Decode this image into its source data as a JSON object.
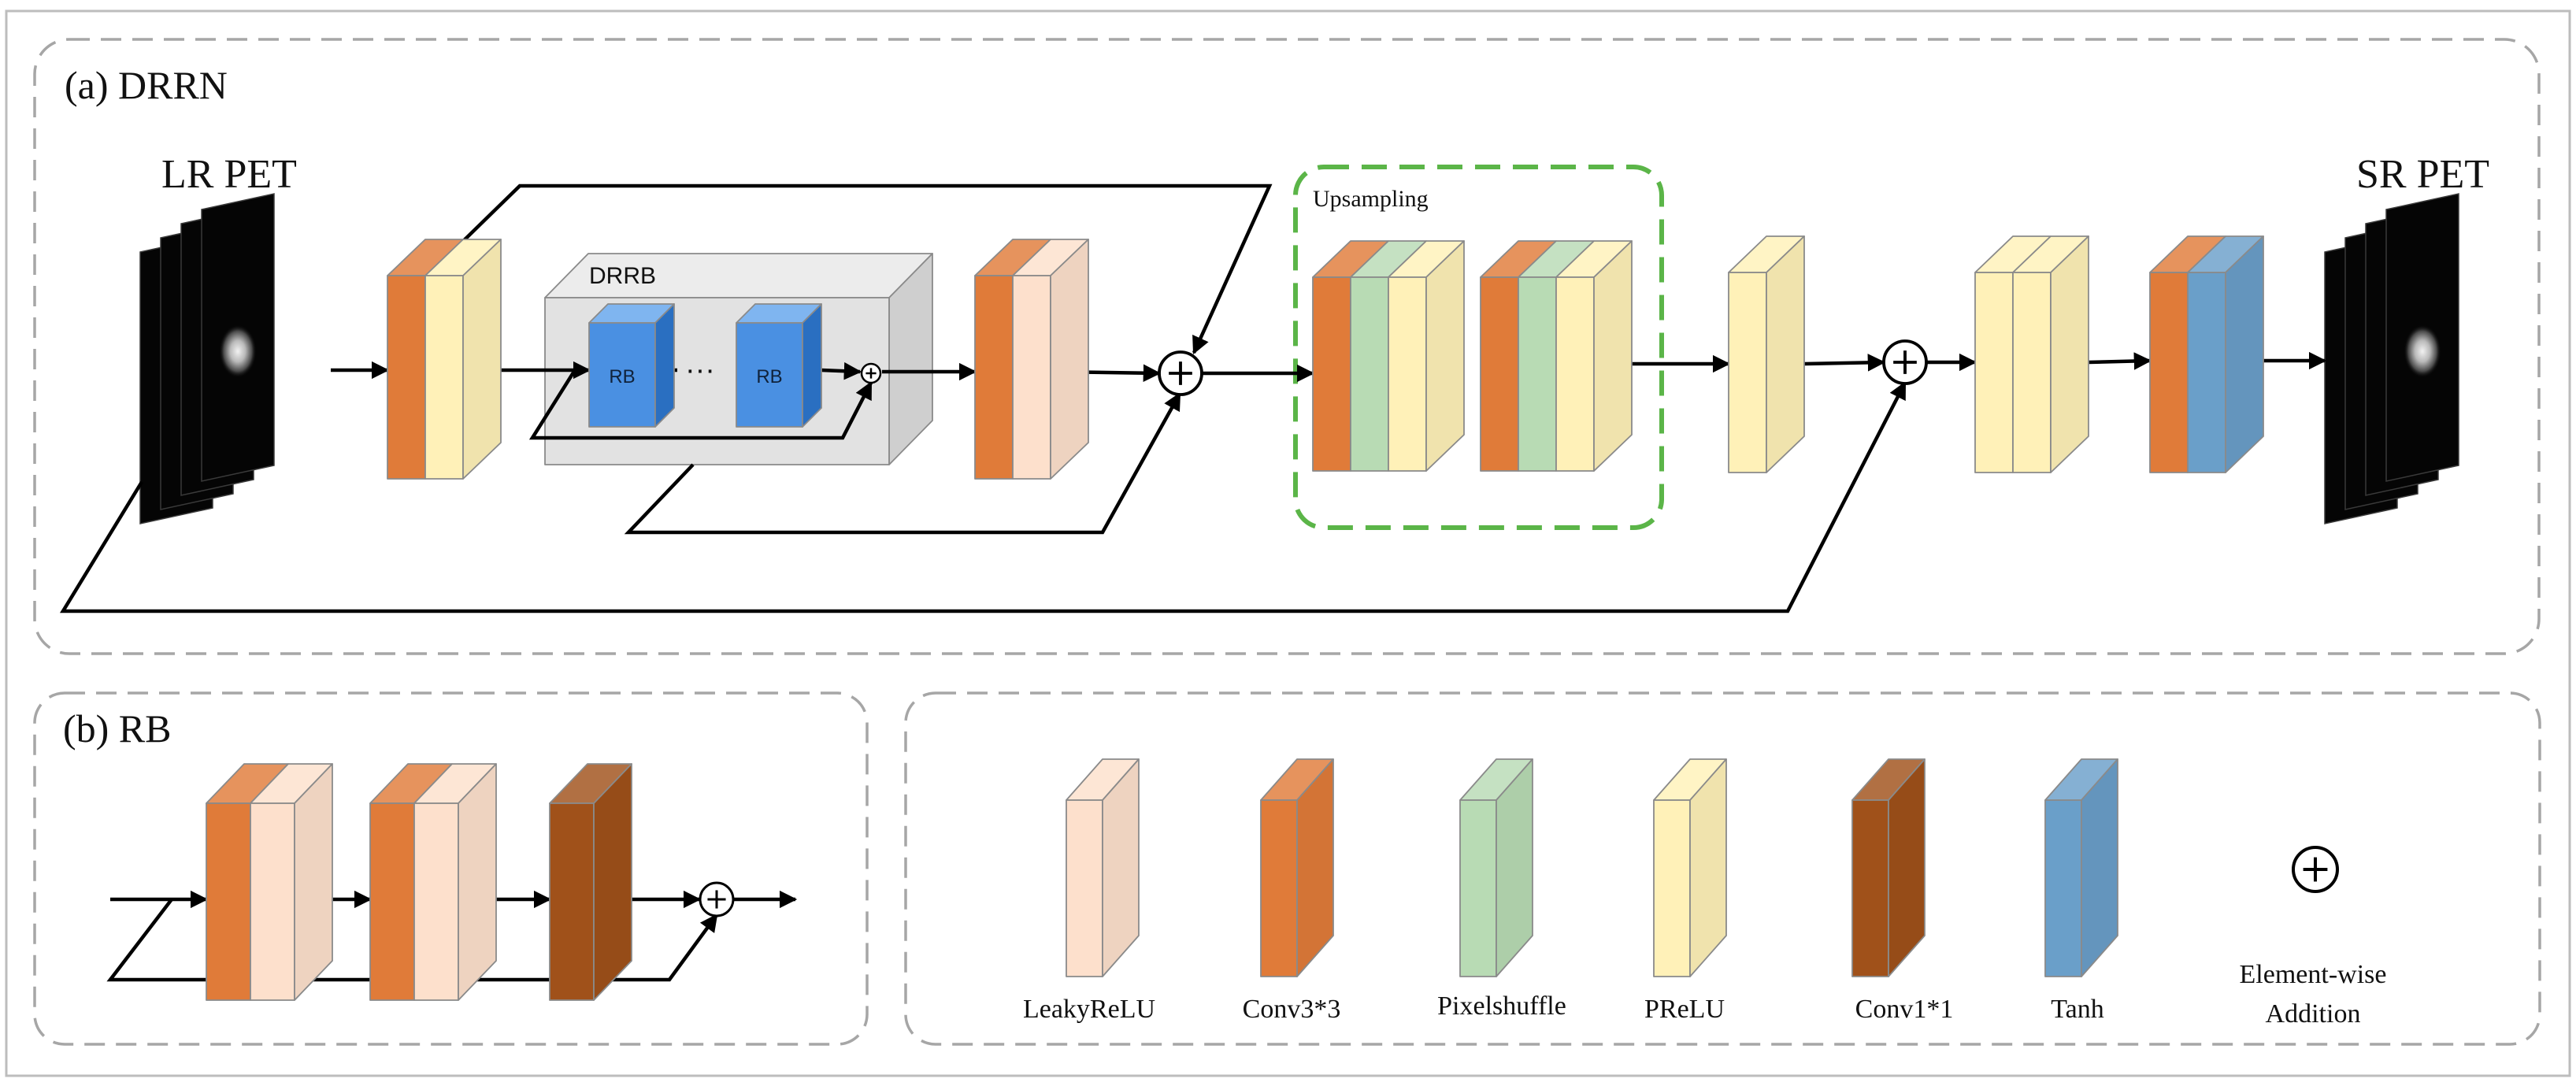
{
  "panels": {
    "a_title": "(a) DRRN",
    "b_title": "(b) RB"
  },
  "images": {
    "input_label": "LR PET",
    "output_label": "SR PET"
  },
  "drrb": {
    "label": "DRRB",
    "rb_label": "RB",
    "ellipsis": "···"
  },
  "upsampling": {
    "label": "Upsampling"
  },
  "legend": {
    "items": [
      {
        "key": "leakyrelu",
        "label": "LeakyReLU"
      },
      {
        "key": "conv33",
        "label": "Conv3*3"
      },
      {
        "key": "pixelshuffle",
        "label": "Pixelshuffle"
      },
      {
        "key": "prelu",
        "label": "PReLU"
      },
      {
        "key": "conv11",
        "label": "Conv1*1"
      },
      {
        "key": "tanh",
        "label": "Tanh"
      }
    ],
    "addition_label_line1": "Element-wise",
    "addition_label_line2": "Addition"
  },
  "colors": {
    "conv33": "#e07b39",
    "conv11": "#a0511a",
    "leakyrelu": "#fde0cc",
    "pixelshuffle": "#b8dbb4",
    "prelu": "#fff1b8",
    "tanh": "#6a9fc9",
    "rb_block": "#4a90e2",
    "upsampling_border": "#5bb548",
    "panel_border": "#a6a6a6"
  }
}
